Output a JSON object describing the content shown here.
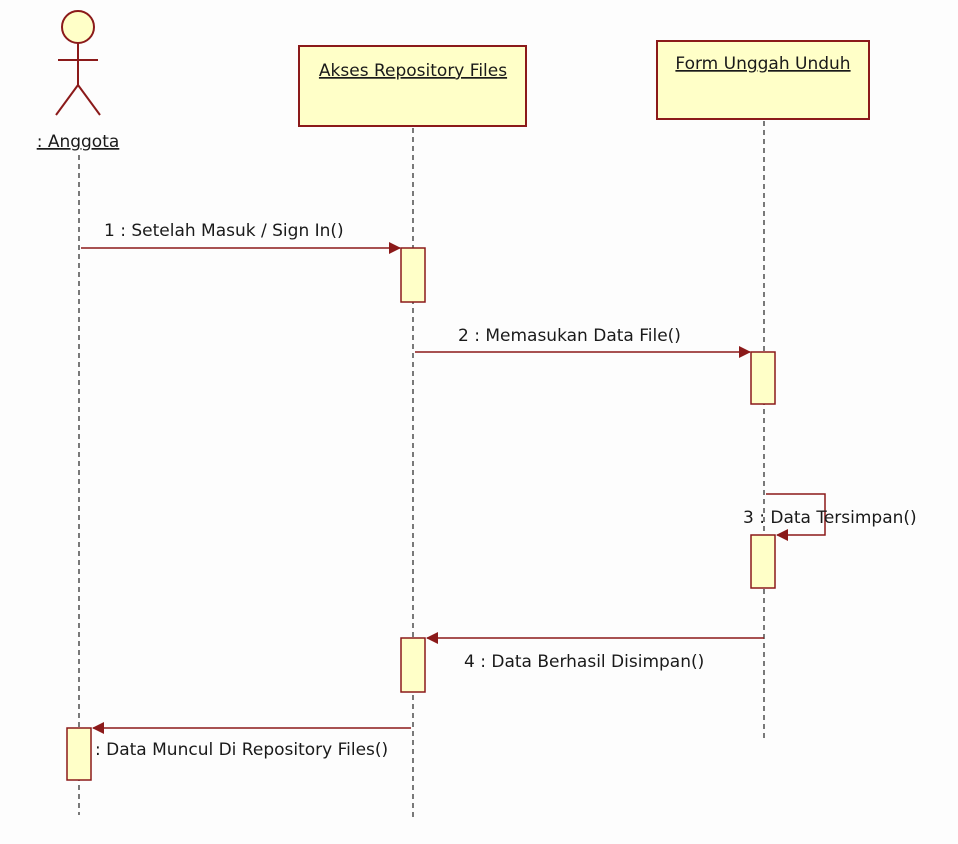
{
  "colors": {
    "box_fill": "#ffffc8",
    "line": "#8b1a1a",
    "lifeline": "#333333",
    "text": "#1a1a1a"
  },
  "actor": {
    "label": ": Anggota"
  },
  "objects": [
    {
      "id": "akses",
      "label": "Akses Repository Files"
    },
    {
      "id": "form",
      "label": "Form Unggah Unduh"
    }
  ],
  "messages": [
    {
      "label": "1 : Setelah Masuk / Sign In()"
    },
    {
      "label": "2 : Memasukan Data File()"
    },
    {
      "label": "3 : Data Tersimpan()"
    },
    {
      "label": "4 : Data Berhasil Disimpan()"
    },
    {
      "label": ": Data Muncul Di Repository Files()"
    }
  ]
}
